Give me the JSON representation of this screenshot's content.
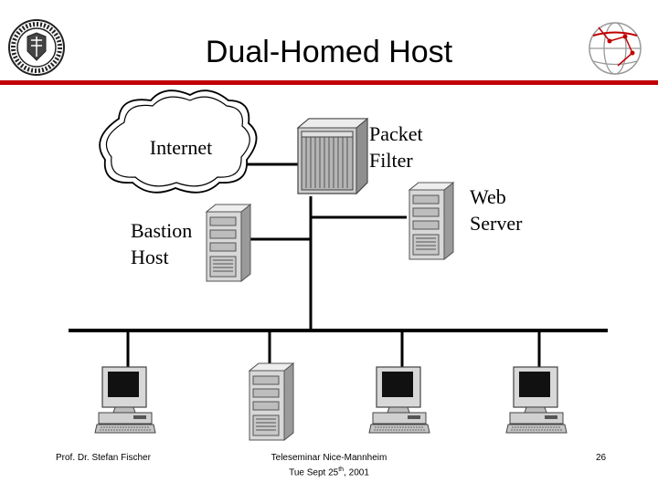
{
  "slide": {
    "title": "Dual-Homed Host",
    "accent_color": "#c00000"
  },
  "nodes": {
    "internet": "Internet",
    "packet_filter_line1": "Packet",
    "packet_filter_line2": "Filter",
    "web_server_line1": "Web",
    "web_server_line2": "Server",
    "bastion_host_line1": "Bastion",
    "bastion_host_line2": "Host"
  },
  "icons": [
    "university-seal-icon",
    "globe-logo-icon",
    "cloud-icon",
    "rack-server-icon",
    "tower-server-icon",
    "workstation-icon"
  ],
  "footer": {
    "author": "Prof. Dr. Stefan Fischer",
    "event_line1": "Teleseminar Nice-Mannheim",
    "event_line2_prefix": "Tue Sept 25",
    "event_line2_sup": "th",
    "event_line2_suffix": ", 2001",
    "page": "26"
  }
}
